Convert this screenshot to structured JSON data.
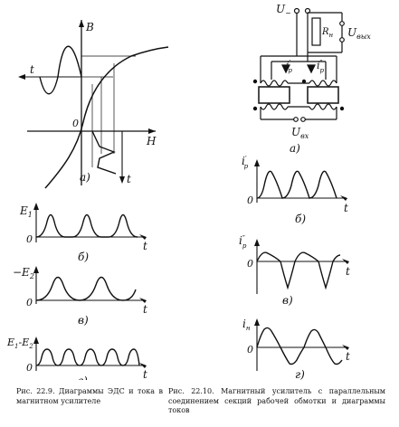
{
  "fig_22_9": {
    "a": {
      "B": "B",
      "t": "t",
      "H": "H",
      "origin": "0",
      "t_bottom": "t",
      "sub": "а)"
    },
    "b": {
      "label_main": "E",
      "label_sub": "1",
      "zero": "0",
      "t": "t",
      "sub": "б)"
    },
    "c": {
      "label_main": "−E",
      "label_sub": "2",
      "zero": "0",
      "t": "t",
      "sub": "в)"
    },
    "d": {
      "label_main": "E",
      "label_sub1": "1",
      "label_minus": "-E",
      "label_sub2": "2",
      "zero": "0",
      "t": "t",
      "sub": "г)"
    }
  },
  "fig_22_10": {
    "a": {
      "u_in": "U",
      "u_in_sub": "~",
      "rn": "R",
      "rn_sub": "н",
      "u_out": "U",
      "u_out_sub": "вых",
      "ip1": "i",
      "ip1_sup": "′",
      "ip1_sub": "р",
      "ip2": "i",
      "ip2_sup": "″",
      "ip2_sub": "р",
      "u_ctl": "U",
      "u_ctl_sub": "вх",
      "sub": "а)"
    },
    "b": {
      "label": "i",
      "label_sup": "′",
      "label_sub": "р",
      "zero": "0",
      "t": "t",
      "sub": "б)"
    },
    "c": {
      "label": "i",
      "label_sup": "″",
      "label_sub": "р",
      "zero": "0",
      "t": "t",
      "sub": "в)"
    },
    "d": {
      "label": "i",
      "label_sub": "н",
      "zero": "0",
      "t": "t",
      "sub": "г)"
    }
  },
  "captions": {
    "left": "Рис. 22.9. Диаграммы ЭДС и тока в магнитном усилителе",
    "right": "Рис. 22.10. Магнитный усилитель с параллельным соединением секций рабочей обмотки и диаграммы токов"
  }
}
